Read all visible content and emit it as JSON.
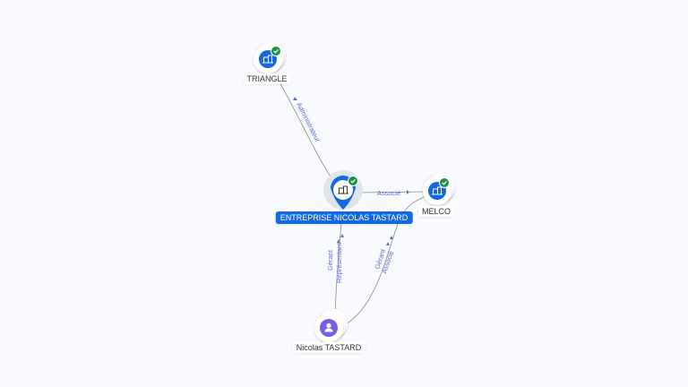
{
  "nodes": {
    "central": {
      "label": "ENTREPRISE NICOLAS TASTARD",
      "kind": "company",
      "verified": true,
      "icon": "building-icon"
    },
    "triangle": {
      "label": "TRIANGLE",
      "kind": "company",
      "verified": true,
      "icon": "building-icon"
    },
    "melco": {
      "label": "MELCO",
      "kind": "company",
      "verified": true,
      "icon": "building-icon"
    },
    "person": {
      "label": "Nicolas TASTARD",
      "kind": "person",
      "verified": false,
      "icon": "person-icon"
    }
  },
  "edges": {
    "admin": {
      "label": "Administrateur"
    },
    "associe": {
      "label": "Associé"
    },
    "gerant_rep": {
      "line1": "Gérant",
      "line2": "Représentant"
    },
    "gerant_assoc": {
      "line1": "Gérant",
      "line2": "Associé"
    }
  },
  "colors": {
    "company_blue": "#1468e0",
    "person_purple": "#7c5ce6",
    "check_green": "#1f8f4a",
    "edge_text": "#5b6fd8"
  }
}
